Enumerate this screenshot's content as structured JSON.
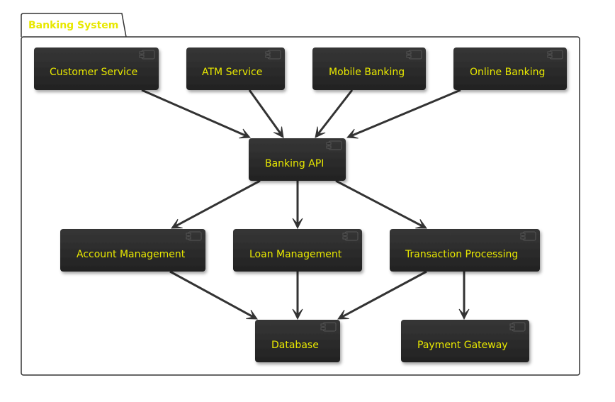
{
  "package": {
    "title": "Banking System"
  },
  "components": {
    "customer_service": "Customer Service",
    "atm_service": "ATM Service",
    "mobile_banking": "Mobile Banking",
    "online_banking": "Online Banking",
    "banking_api": "Banking API",
    "account_management": "Account Management",
    "loan_management": "Loan Management",
    "transaction_processing": "Transaction Processing",
    "database": "Database",
    "payment_gateway": "Payment Gateway"
  },
  "edges": [
    {
      "from": "customer_service",
      "to": "banking_api"
    },
    {
      "from": "atm_service",
      "to": "banking_api"
    },
    {
      "from": "mobile_banking",
      "to": "banking_api"
    },
    {
      "from": "online_banking",
      "to": "banking_api"
    },
    {
      "from": "banking_api",
      "to": "account_management"
    },
    {
      "from": "banking_api",
      "to": "loan_management"
    },
    {
      "from": "banking_api",
      "to": "transaction_processing"
    },
    {
      "from": "account_management",
      "to": "database"
    },
    {
      "from": "loan_management",
      "to": "database"
    },
    {
      "from": "transaction_processing",
      "to": "database"
    },
    {
      "from": "transaction_processing",
      "to": "payment_gateway"
    }
  ],
  "colors": {
    "node_fill": "#2a2a2a",
    "node_text": "#e8e800",
    "package_title": "#e8e800",
    "stroke": "#333333",
    "arrow": "#333333"
  }
}
